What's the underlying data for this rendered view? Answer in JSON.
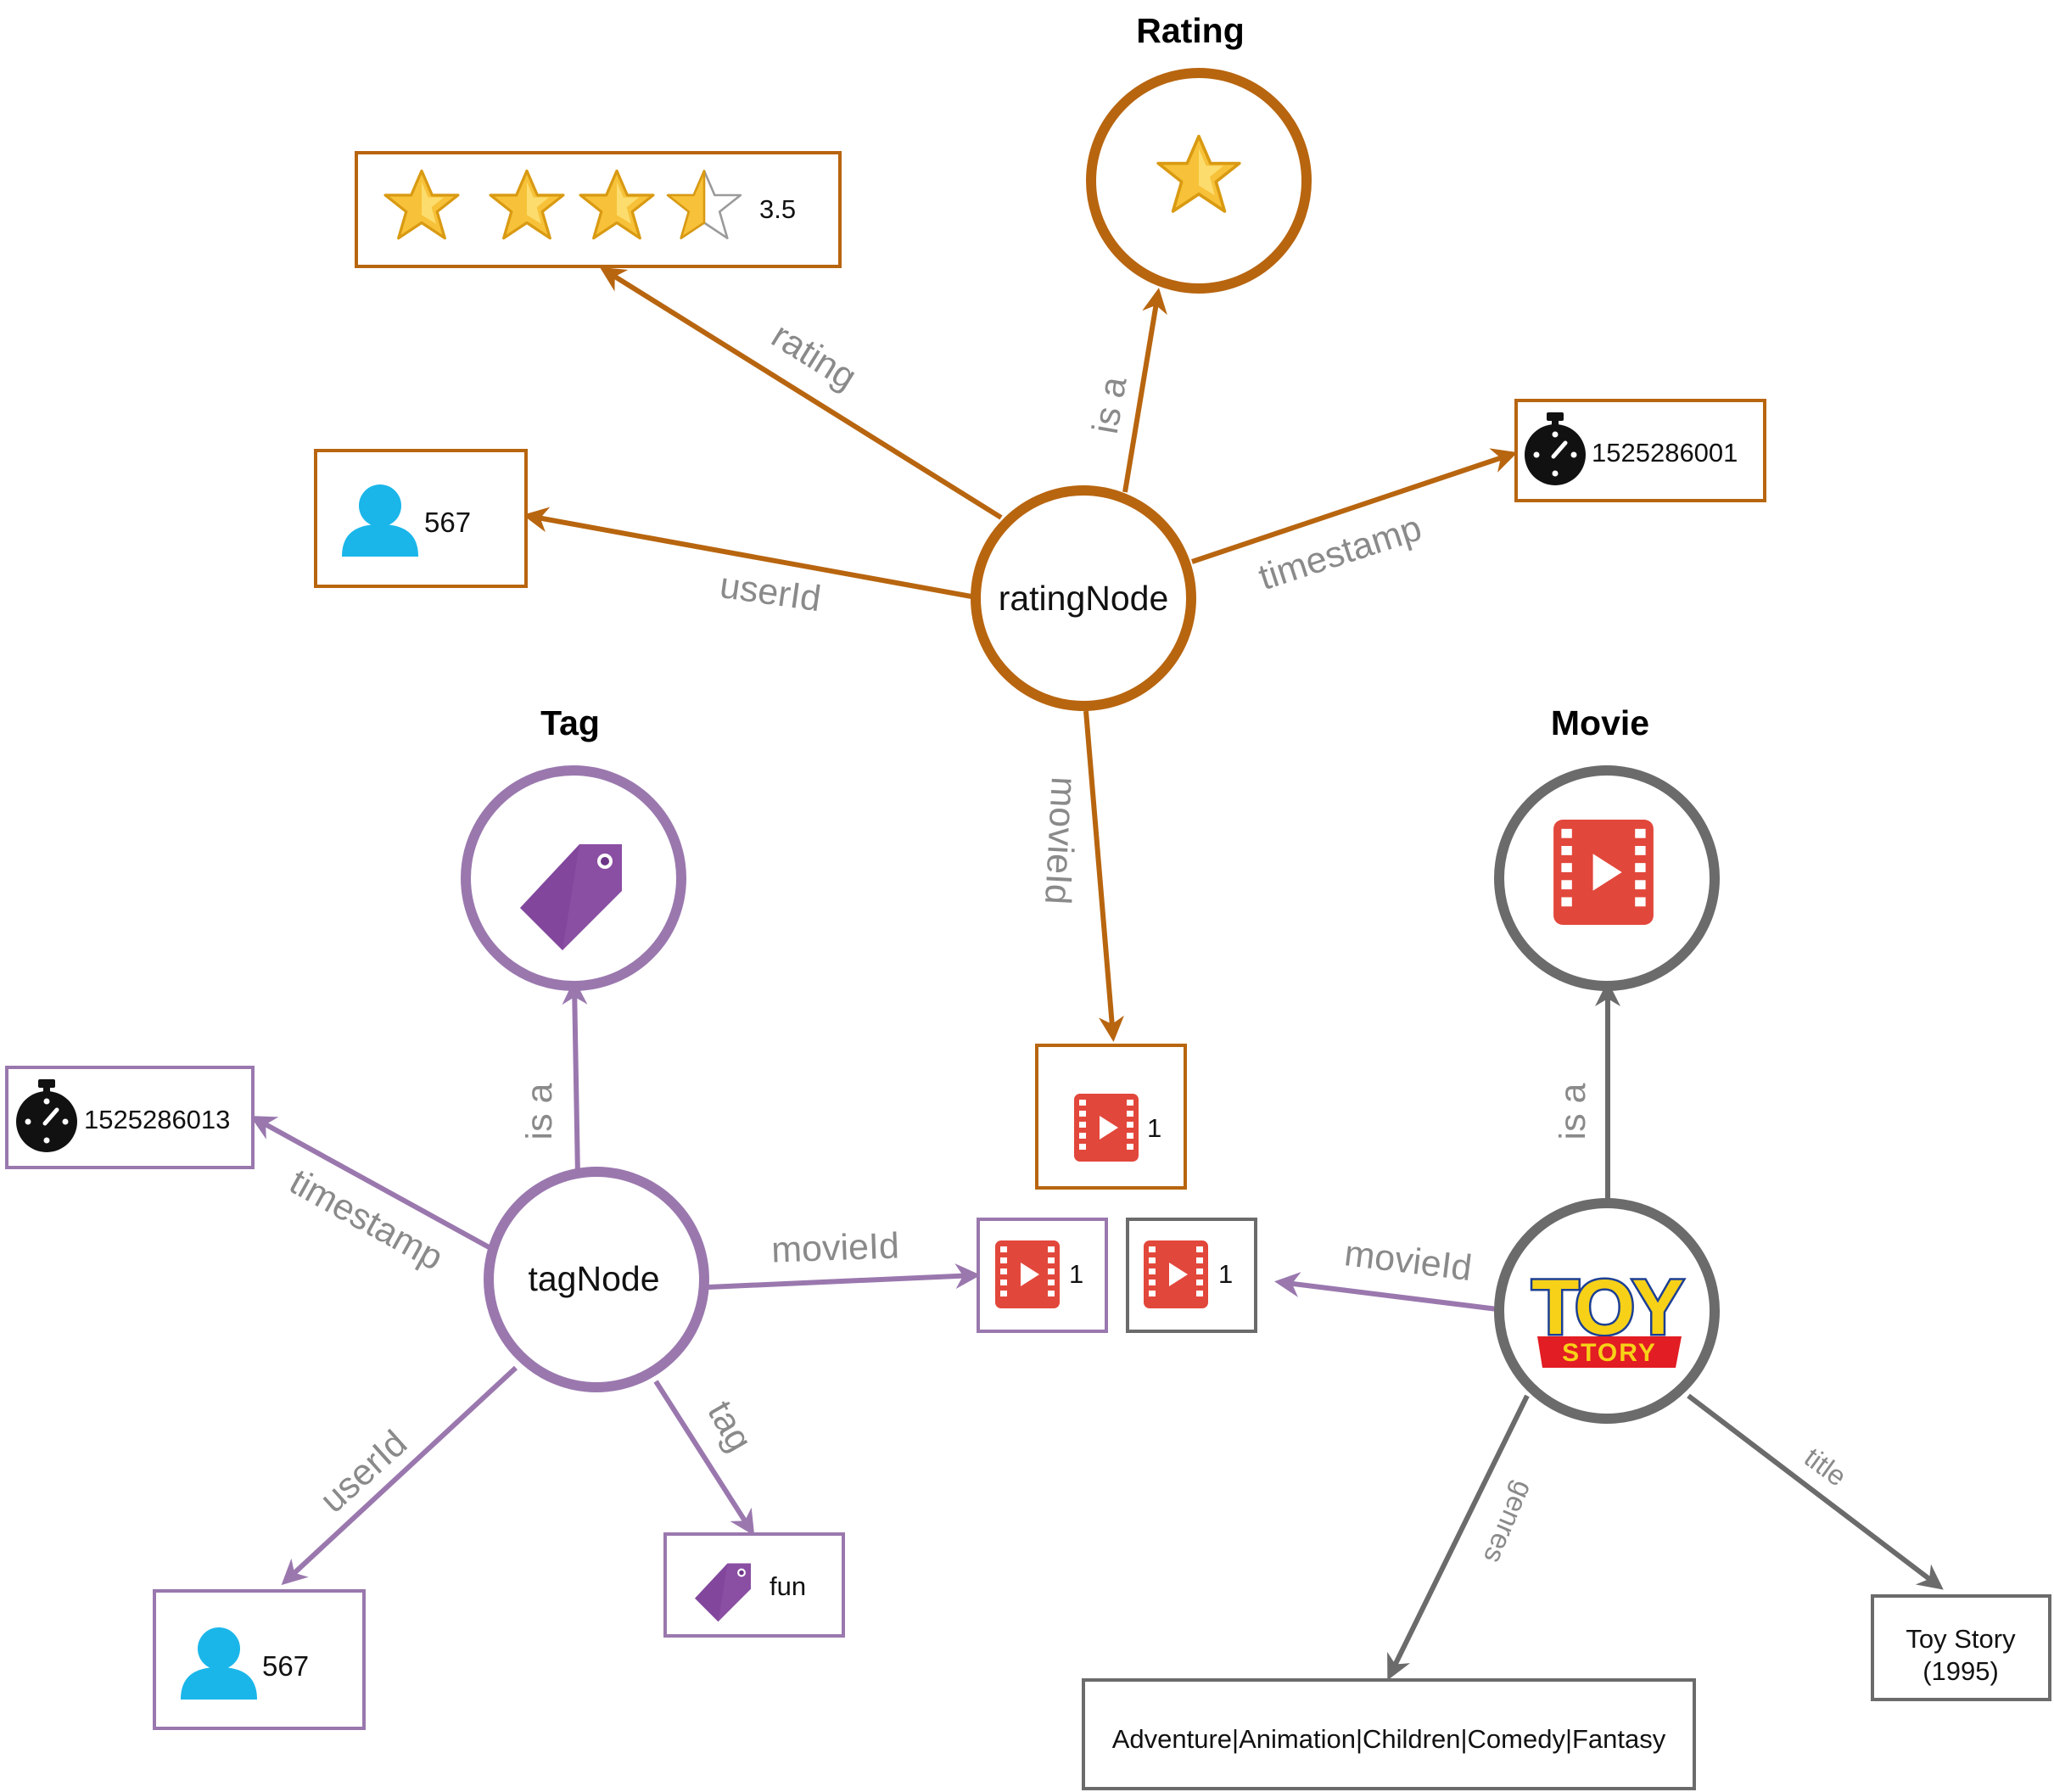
{
  "colors": {
    "rating": "#b8650f",
    "tag": "#9a78ae",
    "movie": "#6b6b6b",
    "user_icon": "#1ab6ea",
    "film_icon": "#e2473b",
    "tag_icon": "#8a4ea3",
    "star": "#f4b41a"
  },
  "titles": {
    "rating": "Rating",
    "tag": "Tag",
    "movie": "Movie"
  },
  "nodes": {
    "rating_node": "ratingNode",
    "tag_node": "tagNode"
  },
  "edges": {
    "rating_rating": "rating",
    "rating_is_a": "is a",
    "rating_user_id": "userId",
    "rating_timestamp": "timestamp",
    "rating_movie_id": "movieId",
    "tag_is_a": "is a",
    "tag_timestamp": "timestamp",
    "tag_movie_id": "movieId",
    "tag_user_id": "userId",
    "tag_tag": "tag",
    "movie_is_a": "is a",
    "movie_movie_id": "movieId",
    "movie_genres": "genres",
    "movie_title": "title"
  },
  "values": {
    "rating_value": "3.5",
    "rating_stars": 3.5,
    "rating_user": "567",
    "rating_timestamp": "1525286001",
    "rating_movie": "1",
    "tag_timestamp": "1525286013",
    "tag_user": "567",
    "tag_value": "fun",
    "tag_movie": "1",
    "movie_id": "1",
    "movie_genres": "Adventure|Animation|Children|Comedy|Fantasy",
    "movie_title_line1": "Toy Story",
    "movie_title_line2": "(1995)"
  },
  "logo": {
    "line1": "TOY",
    "line2": "STORY"
  },
  "icons": {
    "rating_class": "star-icon",
    "tag_class": "price-tag-icon",
    "movie_class": "film-play-icon",
    "user": "user-icon",
    "timestamp": "stopwatch-icon",
    "movie": "film-play-icon",
    "tag": "price-tag-icon"
  }
}
